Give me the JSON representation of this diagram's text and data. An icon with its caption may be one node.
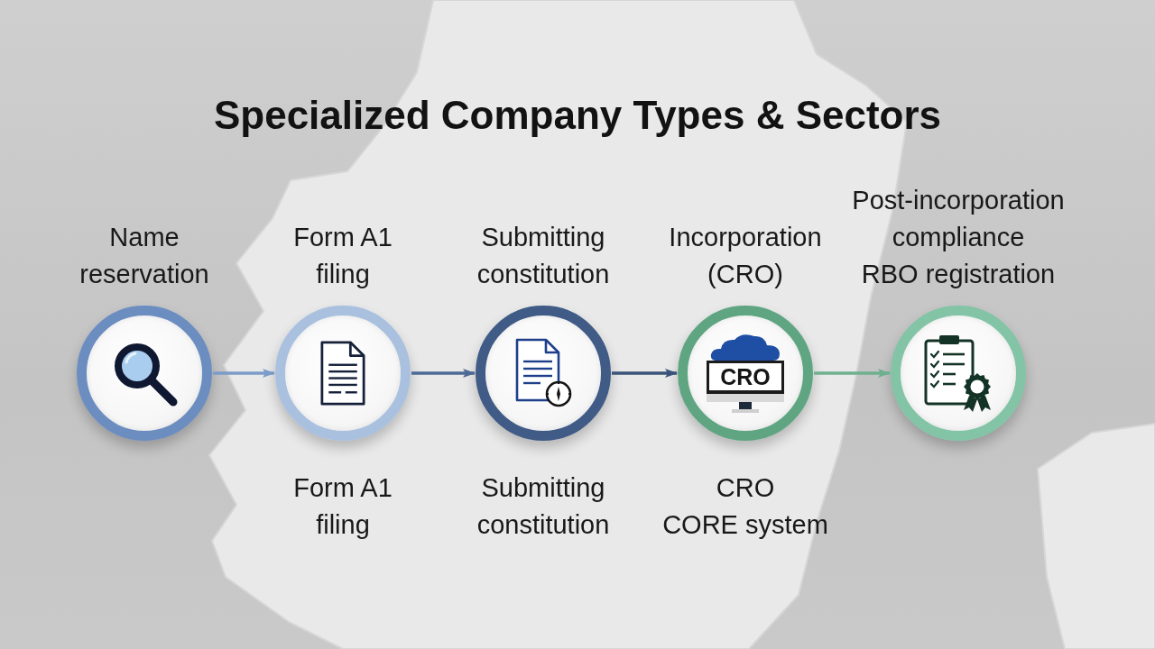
{
  "diagram": {
    "title": "Specialized Company Types & Sectors",
    "nodes": [
      {
        "text": [
          "Name reservation"
        ]
      },
      {
        "text": [
          "Form A1 filing"
        ],
        "beside": [
          "Form A1 filing"
        ]
      },
      {
        "text": [
          "Submitting constitution"
        ],
        "beside": [
          "Submitting constitution"
        ]
      },
      {
        "text": [
          "Incorporation (CRO)",
          "CRO"
        ],
        "beside": [
          "CRO",
          "CORE system"
        ]
      },
      {
        "text": [
          "Post-incorporation compliance",
          "RBO registration"
        ]
      }
    ],
    "edges": [
      {
        "from": 0,
        "to": 1,
        "arrow": "to",
        "color": "#7b9bc8"
      },
      {
        "from": 1,
        "to": 2,
        "arrow": "to",
        "color": "#4d6a94"
      },
      {
        "from": 2,
        "to": 3,
        "arrow": "to",
        "color": "#3a5378"
      },
      {
        "from": 3,
        "to": 4,
        "arrow": "to",
        "color": "#6fb08f"
      }
    ]
  }
}
